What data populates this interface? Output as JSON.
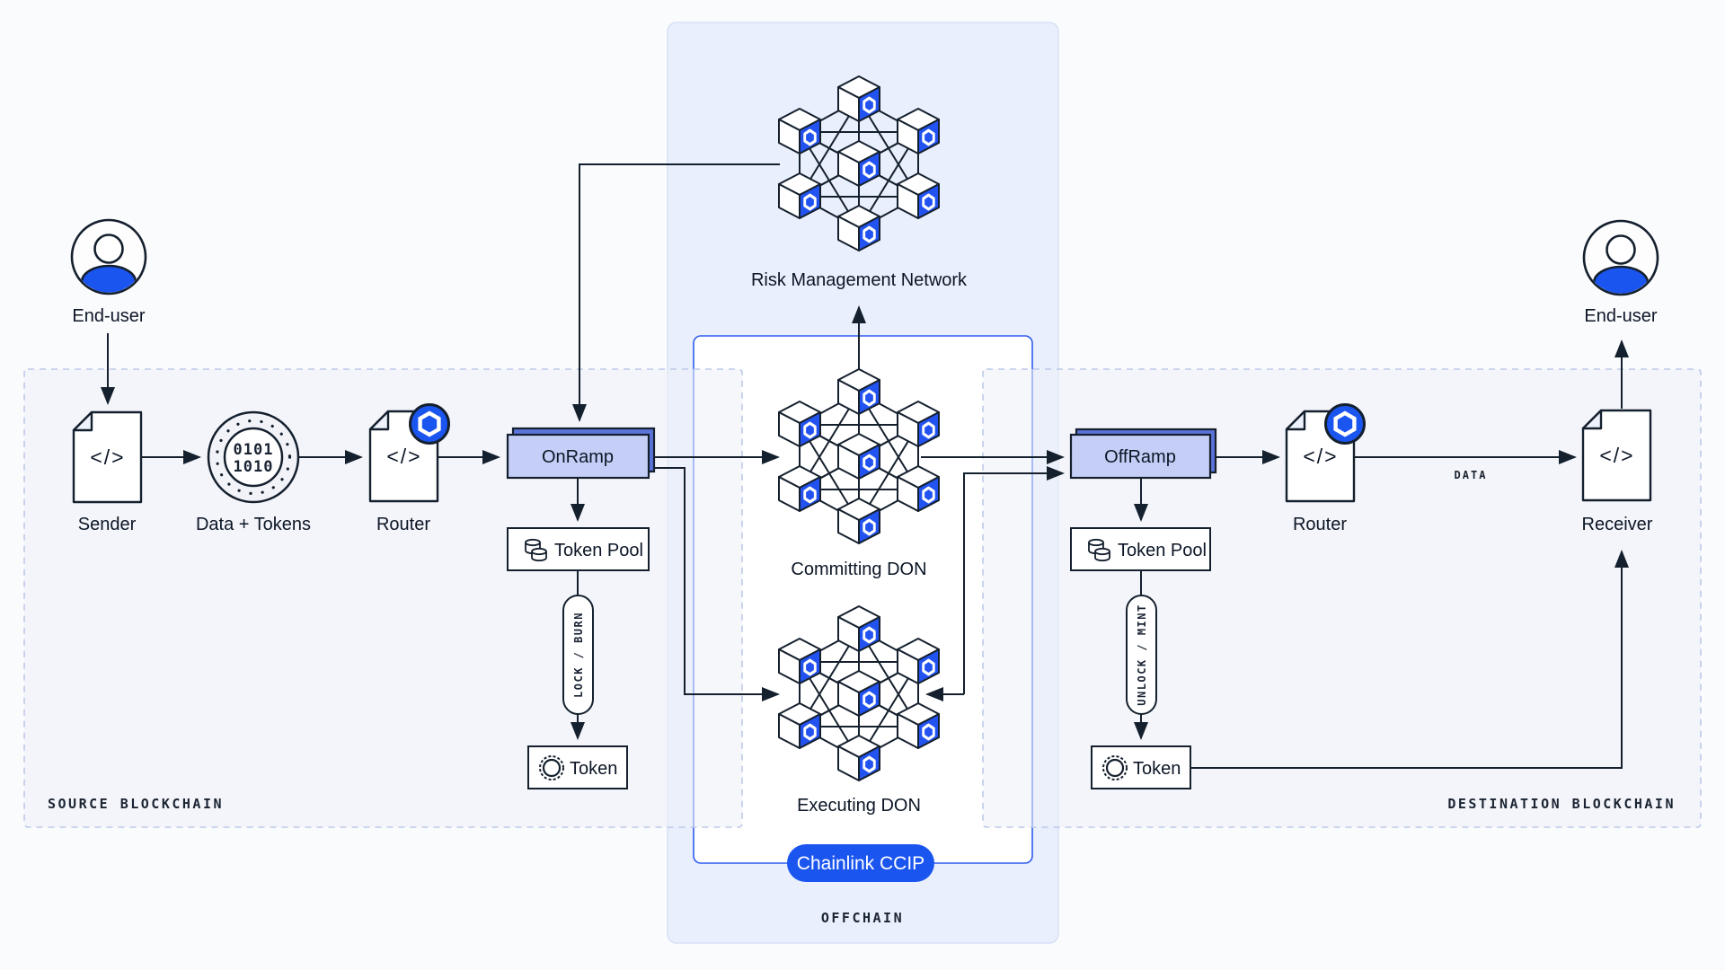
{
  "colors": {
    "accent_blue": "#1b55f0",
    "cube_face_blue": "#2253f0",
    "ramp_fill": "#c4cef6",
    "ramp_shadow": "#5b74da",
    "line": "#15202e",
    "offchain_fill": "#e9effc",
    "panel_border_dashed": "#bcc9e8",
    "inner_panel_border": "#2f5bee"
  },
  "source": {
    "section_label": "SOURCE BLOCKCHAIN",
    "end_user": "End-user",
    "sender": "Sender",
    "data_tokens": "Data + Tokens",
    "binary_top": "0101",
    "binary_bottom": "1010",
    "router": "Router",
    "onramp": "OnRamp",
    "token_pool": "Token Pool",
    "lock_burn": "LOCK / BURN",
    "token": "Token",
    "code": "</>"
  },
  "offchain": {
    "section_label": "OFFCHAIN",
    "rmn": "Risk Management Network",
    "committing": "Committing DON",
    "executing": "Executing DON",
    "pill": "Chainlink CCIP"
  },
  "destination": {
    "section_label": "DESTINATION BLOCKCHAIN",
    "offramp": "OffRamp",
    "token_pool": "Token Pool",
    "unlock_mint": "UNLOCK / MINT",
    "token": "Token",
    "router": "Router",
    "receiver": "Receiver",
    "end_user": "End-user",
    "data": "DATA",
    "code": "</>"
  }
}
